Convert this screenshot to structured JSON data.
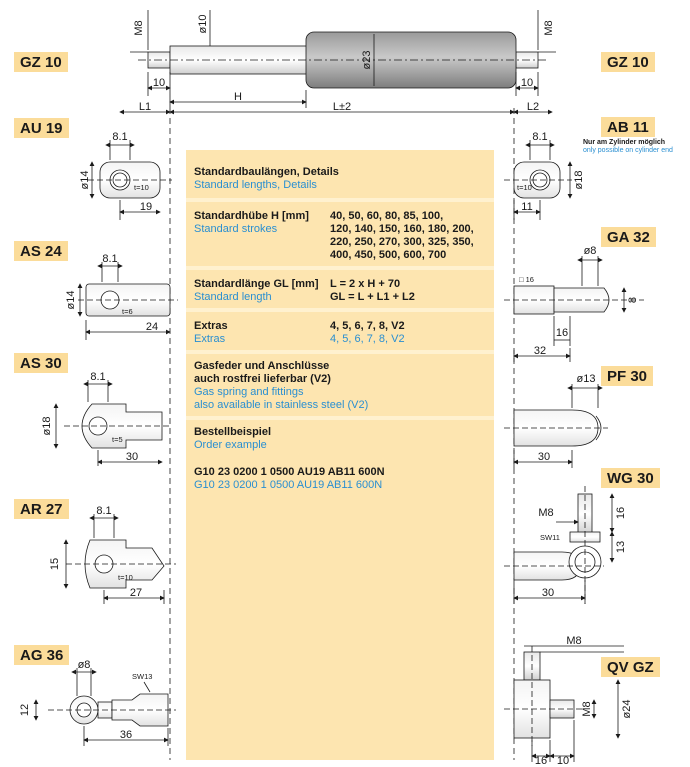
{
  "labels": {
    "gz10_left": "GZ 10",
    "gz10_right": "GZ 10",
    "au19": "AU 19",
    "ab11": "AB 11",
    "as24": "AS 24",
    "ga32": "GA 32",
    "as30": "AS 30",
    "pf30": "PF 30",
    "wg30": "WG 30",
    "ar27": "AR 27",
    "ag36": "AG 36",
    "qvgz": "QV GZ"
  },
  "note": {
    "de": "Nur am Zylinder möglich",
    "en": "only possible on cylinder end"
  },
  "info": {
    "standard": {
      "de": "Standardbaulängen, Details",
      "en": "Standard lengths, Details"
    },
    "strokes": {
      "de": "Standardhübe H [mm]",
      "en": "Standard strokes",
      "values_1": "40, 50, 60, 80, 85, 100,",
      "values_2": "120, 140, 150, 160, 180, 200,",
      "values_3": "220, 250, 270, 300, 325, 350,",
      "values_4": "400, 450, 500, 600, 700"
    },
    "length": {
      "de": "Standardlänge GL [mm]",
      "en": "Standard length",
      "formula_1": "L = 2 x H + 70",
      "formula_2": "GL = L + L1 + L2"
    },
    "extras": {
      "de": "Extras",
      "en": "Extras",
      "values_de": "4, 5, 6, 7, 8, V2",
      "values_en": "4, 5, 6, 7, 8, V2"
    },
    "stainless": {
      "de_1": "Gasfeder und Anschlüsse",
      "de_2": "auch rostfrei lieferbar (V2)",
      "en_1": "Gas spring and fittings",
      "en_2": "also available in stainless steel (V2)"
    },
    "order": {
      "de": "Bestellbeispiel",
      "en": "Order example",
      "code_de": "G10 23 0200 1 0500 AU19 AB11 600N",
      "code_en": "G10 23 0200 1 0500 AU19 AB11 600N"
    }
  },
  "dims": {
    "m8": "M8",
    "d10": "ø10",
    "d23": "ø23",
    "ten": "10",
    "h": "H",
    "l1": "L1",
    "l2": "L2",
    "l_tol": "L±2",
    "d8_1": "8.1",
    "d14": "ø14",
    "t10": "t=10",
    "t6": "t=6",
    "t5": "t=5",
    "d19": "19",
    "d11": "11",
    "d18": "ø18",
    "d8": "ø8",
    "sq16": "□ 16",
    "eight": "8",
    "sixteen": "16",
    "d32": "32",
    "d24": "24",
    "d13": "ø13",
    "d30": "30",
    "sw11": "SW11",
    "thirteen": "13",
    "fifteen": "15",
    "d27": "27",
    "sw13": "SW13",
    "twelve": "12",
    "d36": "36",
    "d24b": "ø24"
  }
}
